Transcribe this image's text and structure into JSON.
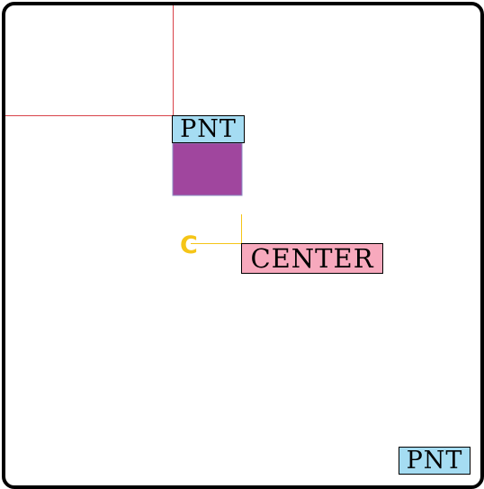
{
  "labels": {
    "pnt_top": "PNT",
    "center": "CENTER",
    "pnt_bottom": "PNT"
  },
  "marker_glyph": "C",
  "colors": {
    "frame_border": "#000000",
    "crosshair_line": "#d9434a",
    "pnt_fill": "#a5dcf2",
    "swatch_fill": "#a0469e",
    "swatch_border": "#8c8fc6",
    "center_fill": "#f7a9bd",
    "center_accent": "#f5c518"
  }
}
